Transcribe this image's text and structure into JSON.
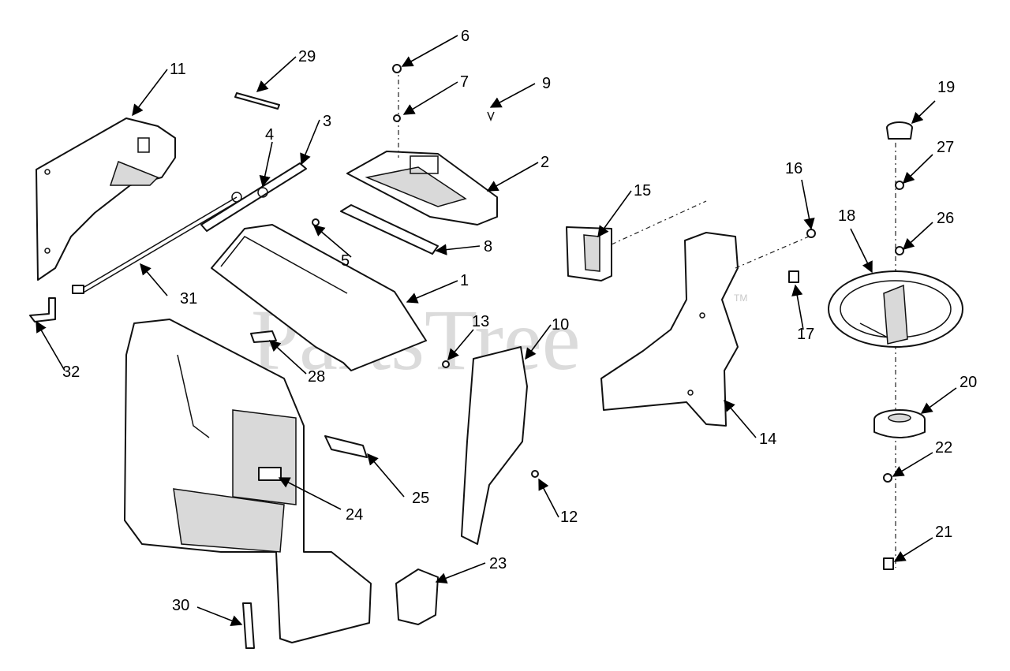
{
  "watermark": {
    "text": "PartsTree",
    "mark": "TM"
  },
  "callouts": [
    "1",
    "2",
    "3",
    "4",
    "5",
    "6",
    "7",
    "8",
    "9",
    "10",
    "11",
    "12",
    "13",
    "14",
    "15",
    "16",
    "17",
    "18",
    "19",
    "20",
    "21",
    "22",
    "23",
    "24",
    "25",
    "26",
    "27",
    "28",
    "29",
    "30",
    "31",
    "32"
  ]
}
